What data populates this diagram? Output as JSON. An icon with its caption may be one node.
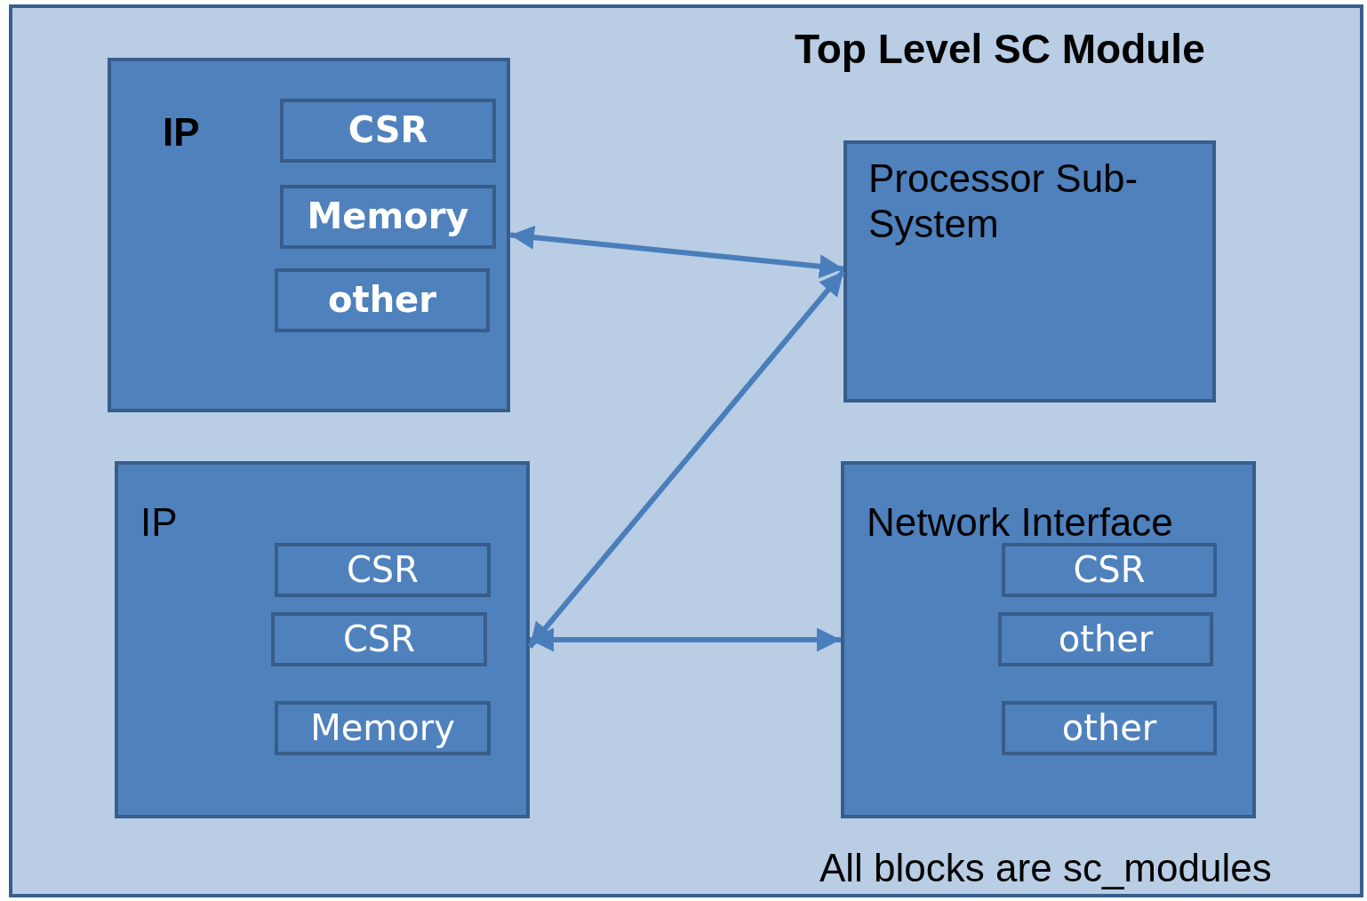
{
  "diagram": {
    "nodes": [
      {
        "text": [
          "Top Level SC Module"
        ]
      },
      {
        "text": [
          "IP"
        ],
        "in": 0
      },
      {
        "text": [
          "CSR"
        ],
        "in": 1
      },
      {
        "text": [
          "Memory"
        ],
        "in": 1
      },
      {
        "text": [
          "other"
        ],
        "in": 1
      },
      {
        "text": [
          "Processor Sub-System"
        ],
        "in": 0
      },
      {
        "text": [
          "IP"
        ],
        "in": 0
      },
      {
        "text": [
          "CSR"
        ],
        "in": 6
      },
      {
        "text": [
          "CSR"
        ],
        "in": 6
      },
      {
        "text": [
          "Memory"
        ],
        "in": 6
      },
      {
        "text": [
          "Network Interface"
        ],
        "in": 0
      },
      {
        "text": [
          "CSR"
        ],
        "in": 10
      },
      {
        "text": [
          "other"
        ],
        "in": 10
      },
      {
        "text": [
          "other"
        ],
        "in": 10
      }
    ],
    "edges": [
      {
        "from": 1,
        "to": 5,
        "arrow": "both"
      },
      {
        "from": 6,
        "to": 5,
        "arrow": "both"
      },
      {
        "from": 6,
        "to": 10,
        "arrow": "both"
      }
    ],
    "labels": [
      "All blocks are sc_modules"
    ]
  }
}
